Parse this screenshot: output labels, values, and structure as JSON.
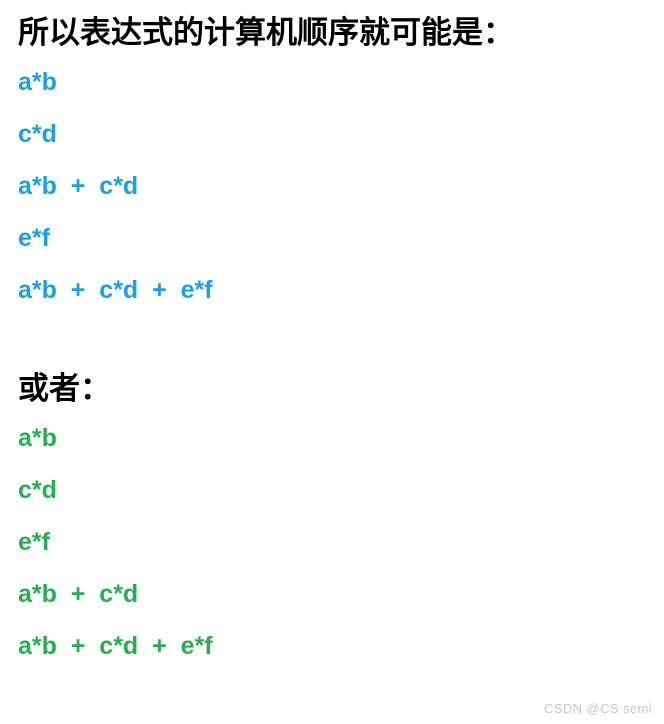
{
  "document": {
    "heading_1": "所以表达式的计算机顺序就可能是：",
    "heading_2": "或者：",
    "watermark": "CSDN @CS semi",
    "colors": {
      "heading": "#000000",
      "sequence_one": "#19a0e8",
      "sequence_two": "#25b04f",
      "watermark": "#c8c8c8",
      "background": "#ffffff"
    },
    "sequence_one": {
      "color": "#19a0e8",
      "lines": [
        "a*b",
        "c*d",
        "a*b  +  c*d",
        "e*f",
        "a*b  +  c*d  +  e*f"
      ]
    },
    "sequence_two": {
      "color": "#25b04f",
      "lines": [
        "a*b",
        "c*d",
        "e*f",
        "a*b  +  c*d",
        "a*b  +  c*d  +  e*f"
      ]
    }
  }
}
